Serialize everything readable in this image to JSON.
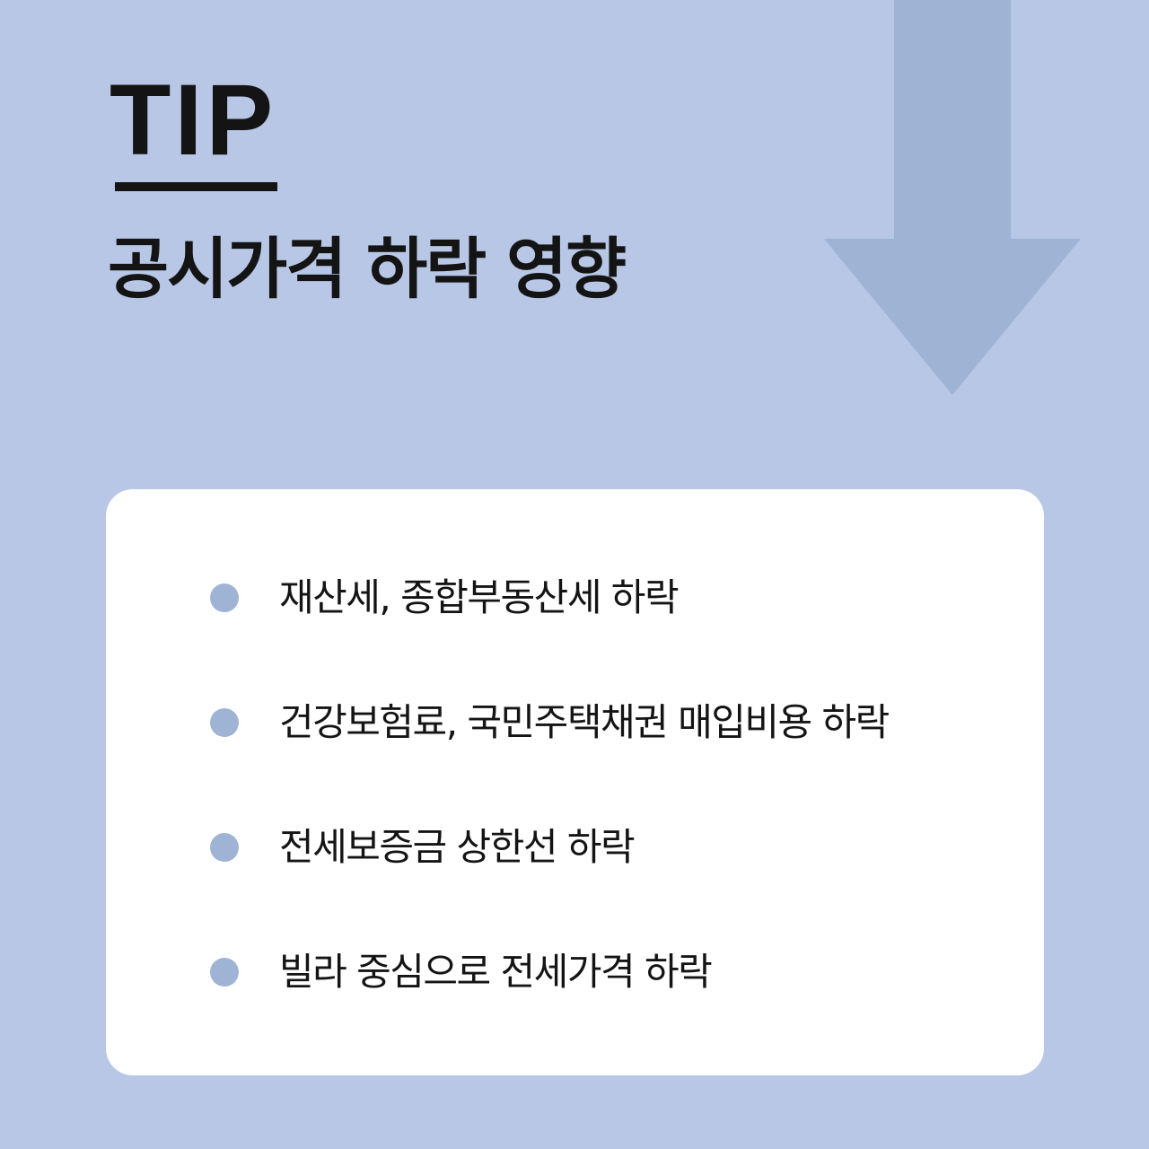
{
  "header": {
    "tip": "TIP",
    "title": "공시가격 하락 영향"
  },
  "card": {
    "items": [
      {
        "text": "재산세, 종합부동산세 하락"
      },
      {
        "text": "건강보험료, 국민주택채권 매입비용 하락"
      },
      {
        "text": "전세보증금 상한선 하락"
      },
      {
        "text": "빌라 중심으로 전세가격 하락"
      }
    ]
  },
  "colors": {
    "background": "#b7c7e5",
    "arrow": "#9fb3d4",
    "bullet": "#9fb3d4",
    "card": "#ffffff",
    "text": "#141414"
  },
  "icons": {
    "arrow": "down-arrow-icon"
  }
}
